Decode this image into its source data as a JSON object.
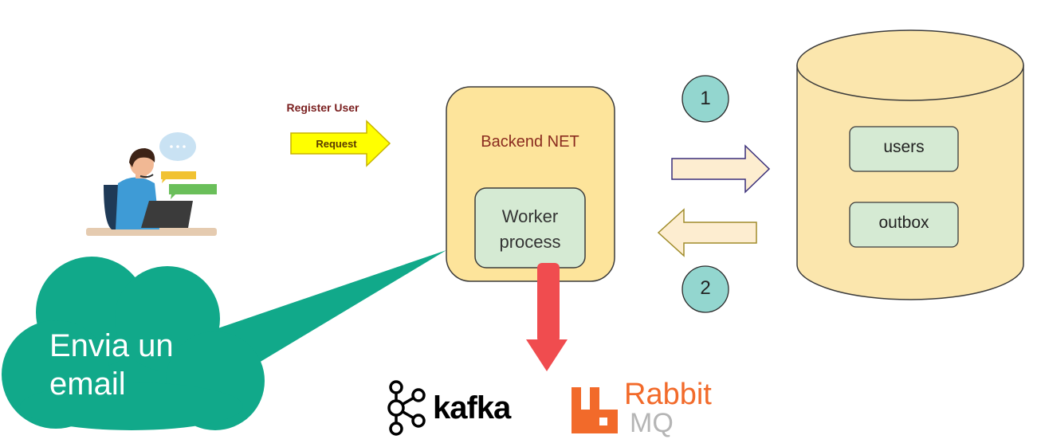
{
  "user": {
    "action_label": "Register User",
    "request_label": "Request"
  },
  "backend": {
    "title": "Backend NET",
    "worker_label": "Worker process"
  },
  "database": {
    "tables": [
      "users",
      "outbox"
    ]
  },
  "steps": [
    "1",
    "2"
  ],
  "callout": {
    "text": "Envia un email"
  },
  "brokers": {
    "kafka": "kafka",
    "rabbit_top": "Rabbit",
    "rabbit_bottom": "MQ"
  },
  "colors": {
    "backend_fill": "#fde49b",
    "worker_fill": "#d5ead3",
    "db_fill": "#fbe6ad",
    "step_fill": "#93d6cf",
    "cloud_fill": "#11a98a",
    "red_arrow": "#f04c4f",
    "request_arrow": "#ffff00",
    "rabbit_orange": "#f26a2a"
  }
}
